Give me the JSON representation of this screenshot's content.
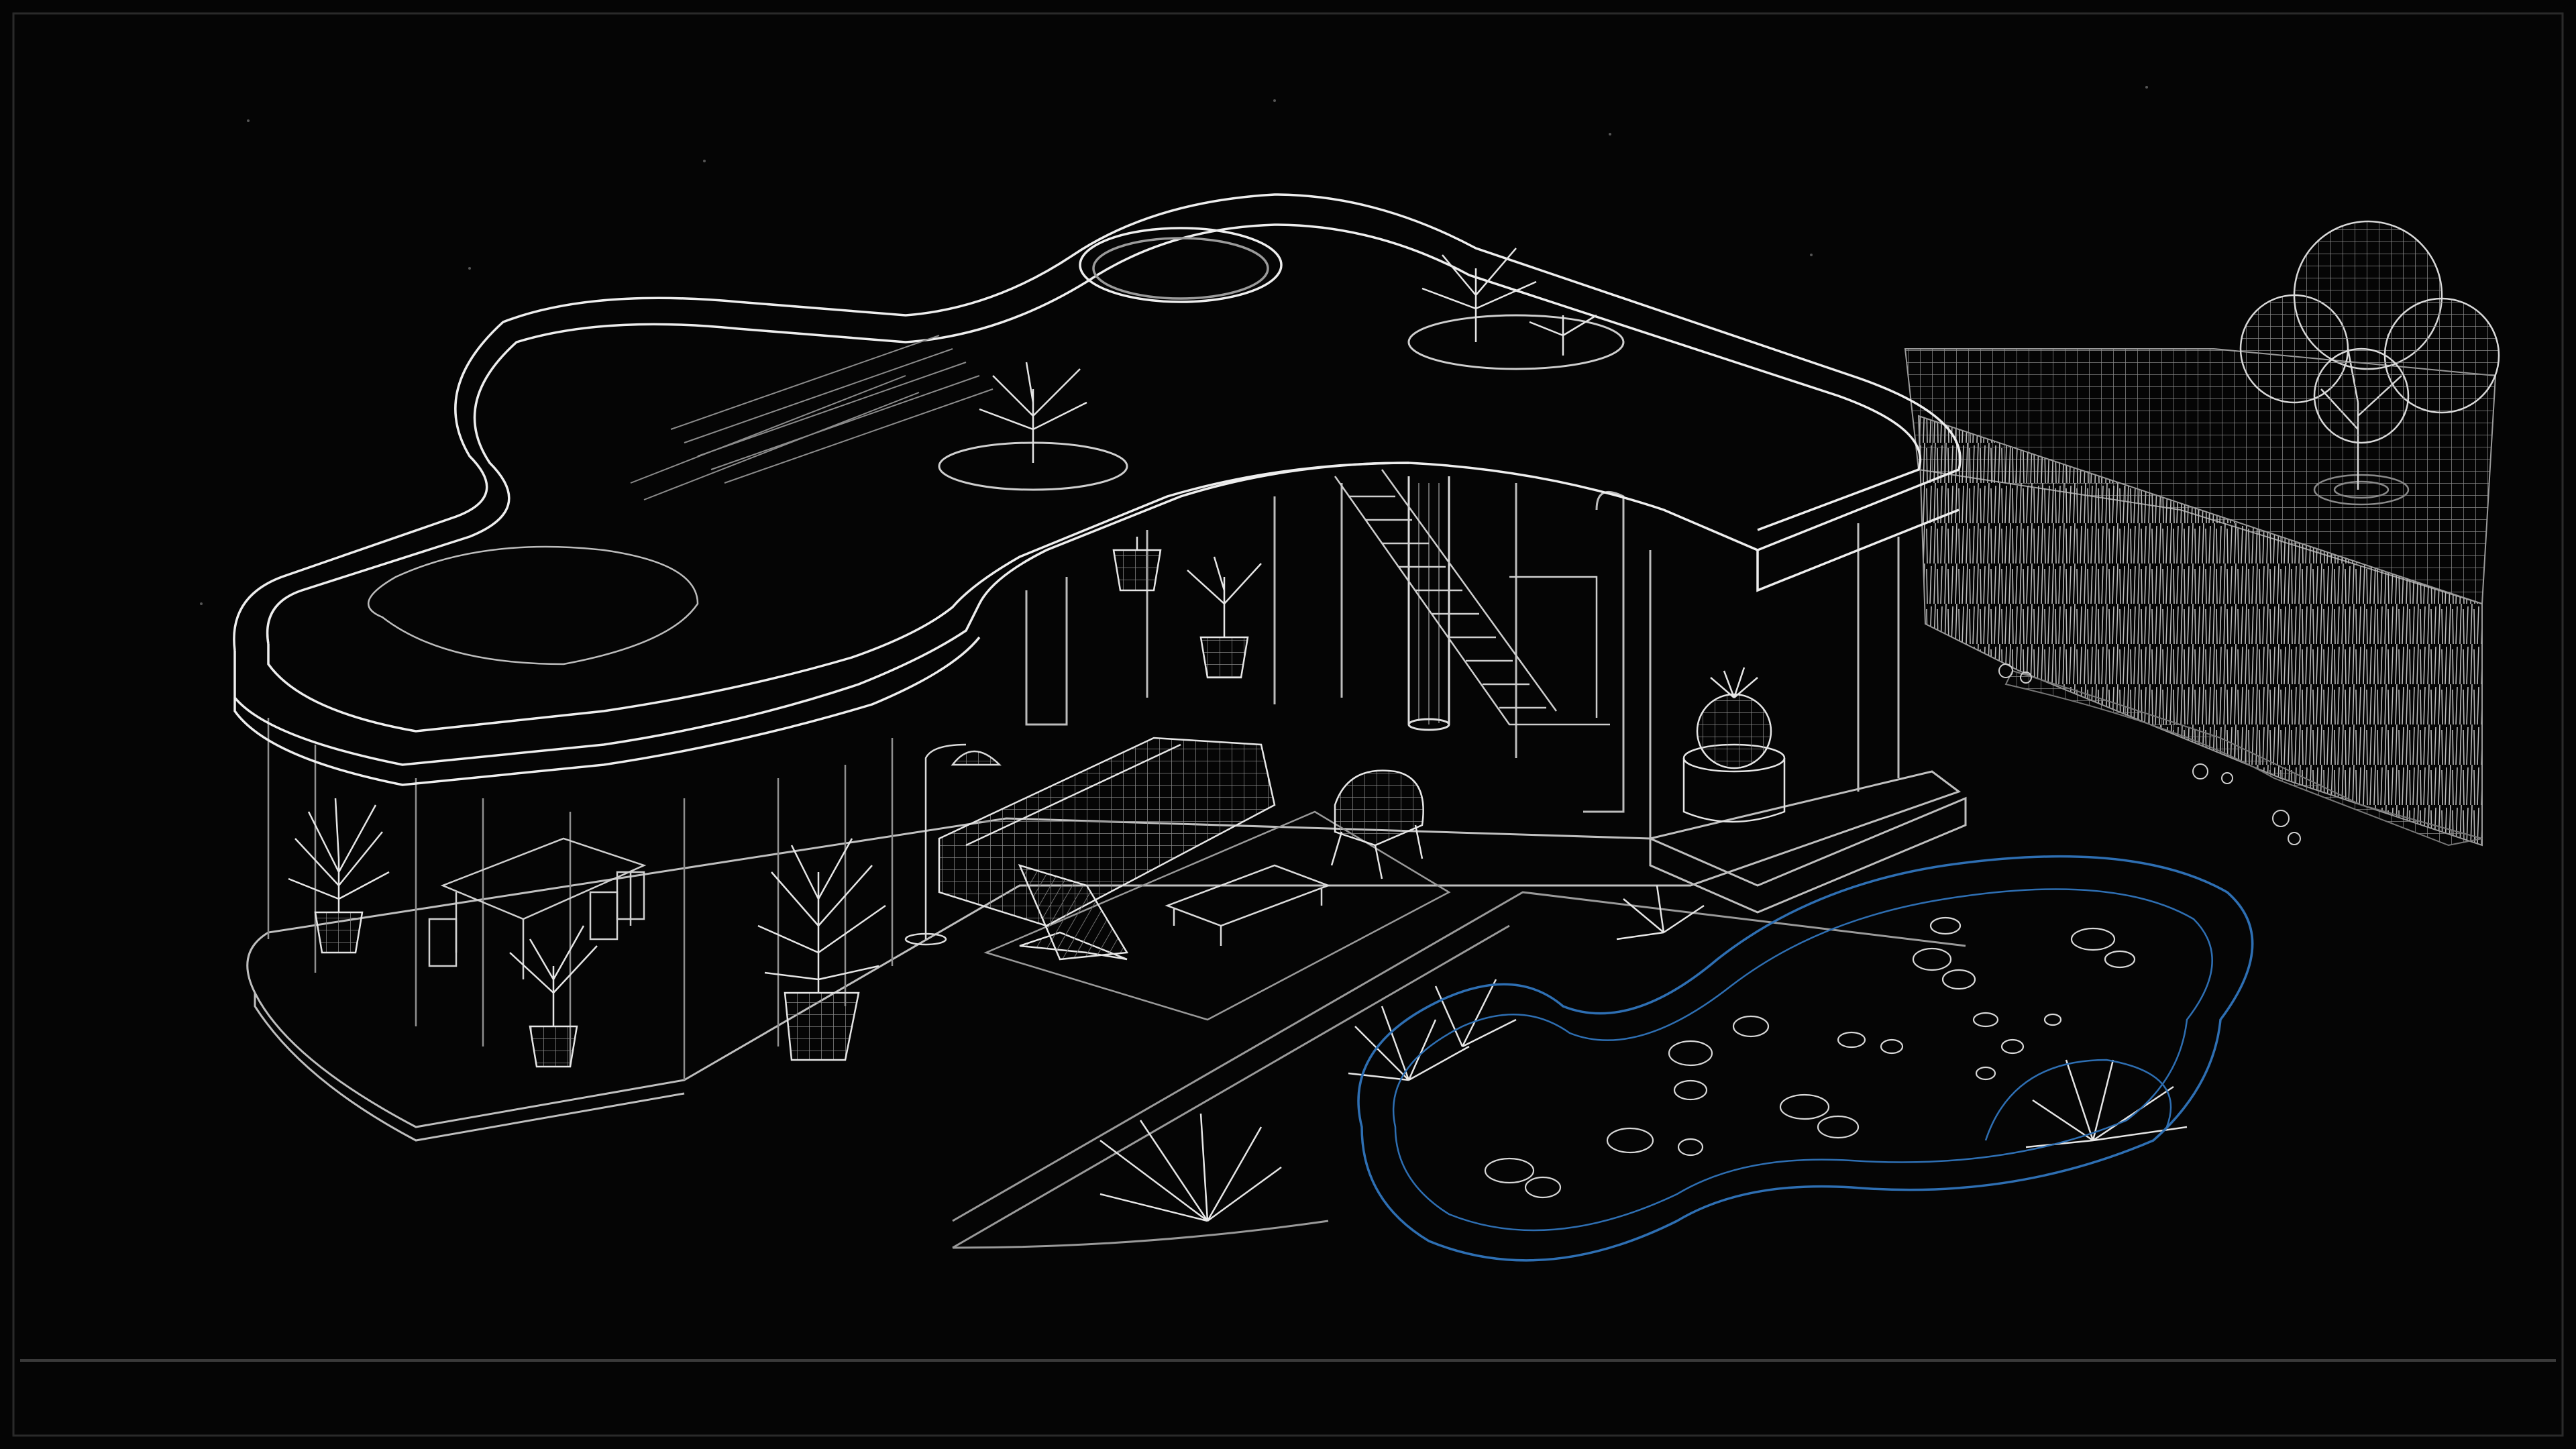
{
  "scene": {
    "background": "#050505",
    "line_color": "#e6e6e6",
    "dim_line_color": "#9a9a9a",
    "water_accent": "#2e6fb3"
  },
  "elements": {
    "icons": [
      "house-structure",
      "wavy-roof-terrace",
      "roof-skylight",
      "staircase",
      "support-column",
      "sofa-icon",
      "armchair-icon",
      "coffee-table-icon",
      "floor-lamp-icon",
      "dining-table-icon",
      "potted-plant-icon",
      "fern-icon",
      "tree-icon",
      "garden-pond",
      "lily-pad-icon",
      "reed-field",
      "stepping-stones"
    ]
  }
}
